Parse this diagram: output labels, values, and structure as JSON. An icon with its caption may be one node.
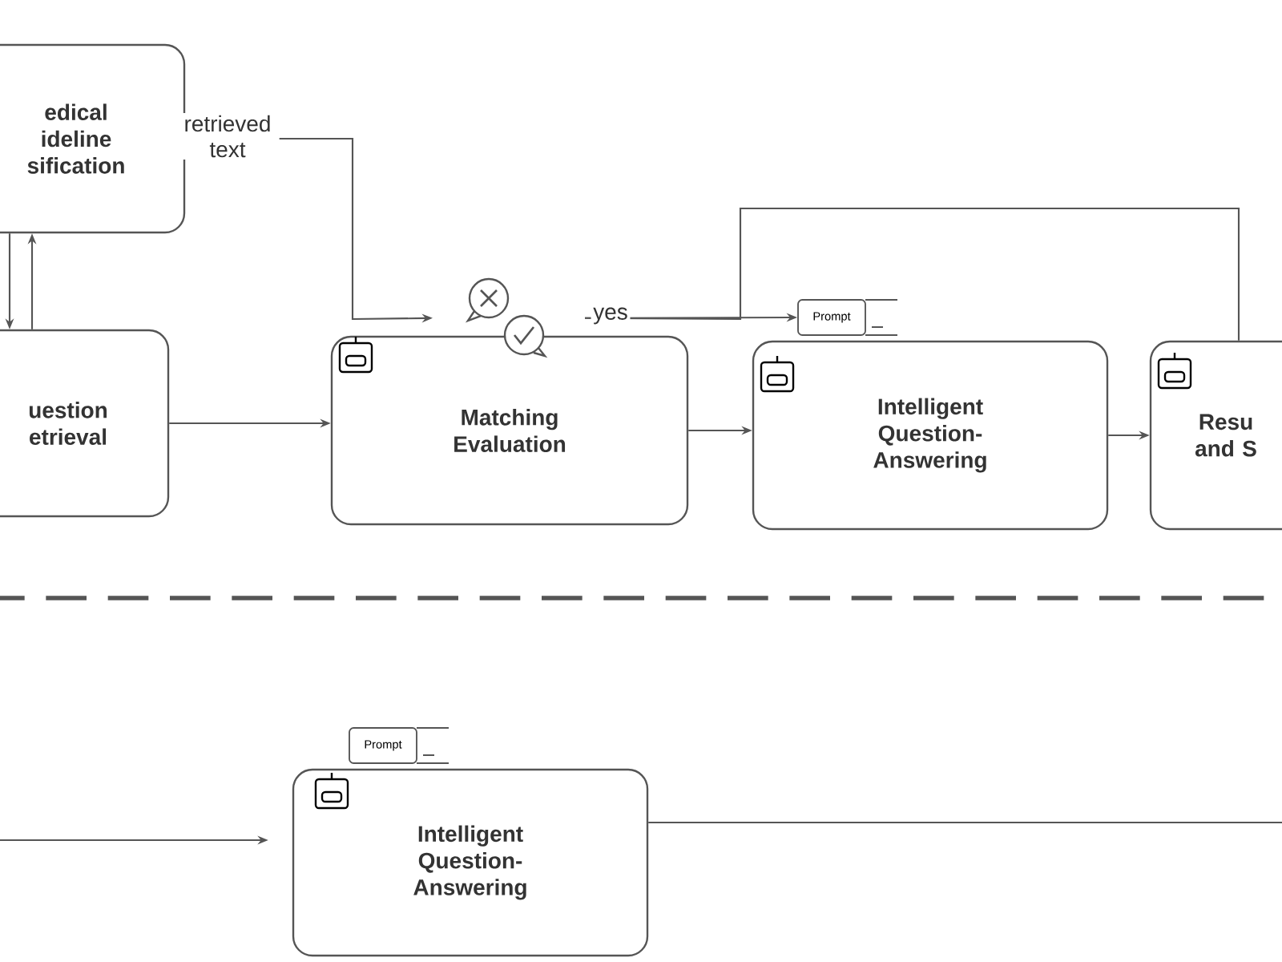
{
  "diagram": {
    "nodes": [
      {
        "text": [
          "edical ideline sification"
        ]
      },
      {
        "text": [
          "uestion etrieval"
        ]
      },
      {
        "text": [
          "Matching Evaluation"
        ]
      },
      {
        "text": [
          "Intelligent Question- Answering"
        ]
      },
      {
        "text": [
          "Resu and S"
        ]
      },
      {
        "text": [
          "Intelligent Question- Answering"
        ]
      },
      {
        "text": [
          "Prompt"
        ]
      },
      {
        "text": [
          "Prompt"
        ]
      }
    ],
    "edges": [
      {
        "from": 0,
        "to": 1,
        "arrow": "to"
      },
      {
        "from": 1,
        "to": 0,
        "arrow": "to"
      },
      {
        "from": 0,
        "to": 2,
        "arrow": "to",
        "label": "retrieved text"
      },
      {
        "from": 1,
        "to": 2,
        "arrow": "to"
      },
      {
        "from": 2,
        "to": 6,
        "arrow": "to",
        "label": "yes"
      },
      {
        "from": 2,
        "to": 4,
        "arrow": "none"
      },
      {
        "from": 2,
        "to": 3,
        "arrow": "to"
      },
      {
        "from": 3,
        "to": 4,
        "arrow": "to"
      },
      {
        "from": null,
        "to": 5,
        "arrow": "to"
      },
      {
        "from": 5,
        "to": null,
        "arrow": "none"
      }
    ]
  }
}
